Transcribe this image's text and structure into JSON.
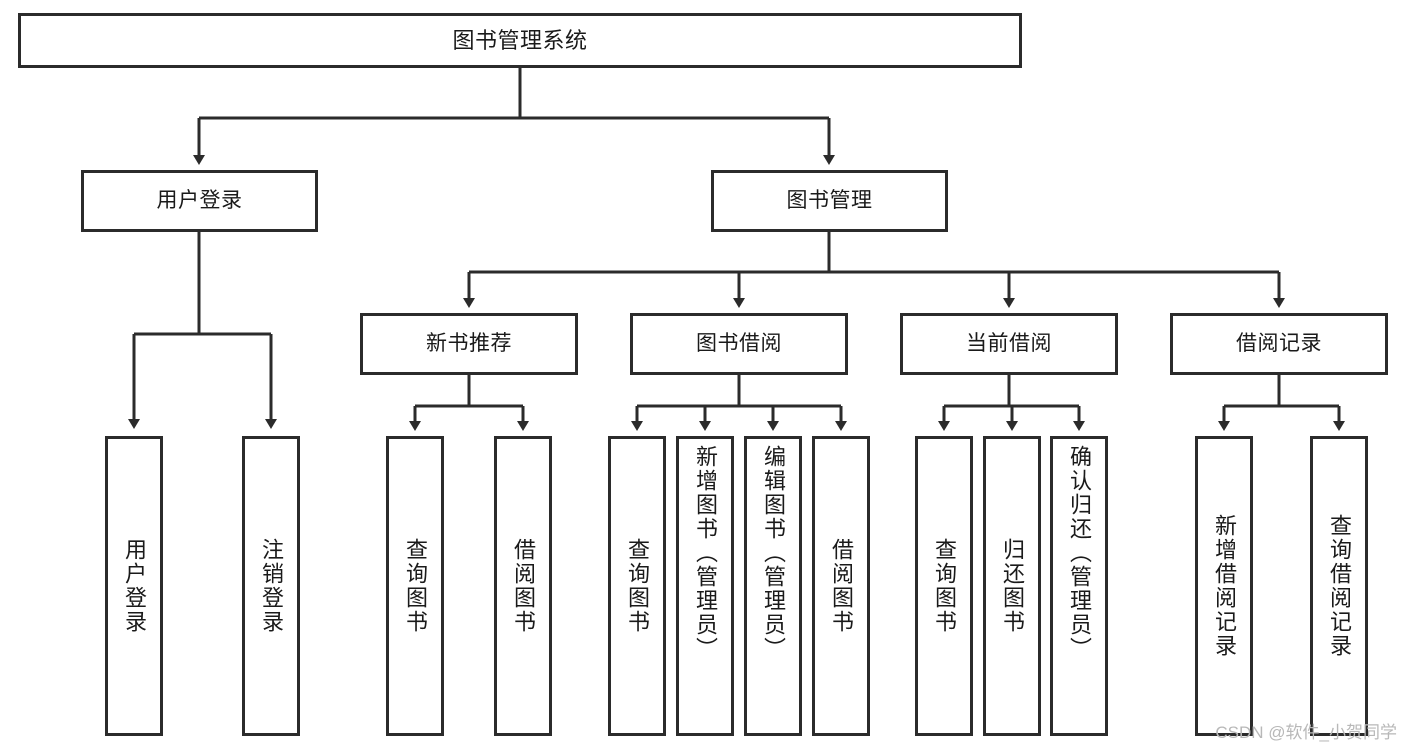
{
  "diagram": {
    "title": "图书管理系统",
    "type": "tree",
    "watermark": "CSDN @软件_小贺同学",
    "nodes": {
      "root": {
        "label": "图书管理系统"
      },
      "level2": [
        {
          "id": "user-login",
          "label": "用户登录"
        },
        {
          "id": "book-manage",
          "label": "图书管理"
        }
      ],
      "level3": [
        {
          "id": "new-book-rec",
          "label": "新书推荐"
        },
        {
          "id": "book-borrow",
          "label": "图书借阅"
        },
        {
          "id": "current-borrow",
          "label": "当前借阅"
        },
        {
          "id": "borrow-record",
          "label": "借阅记录"
        }
      ],
      "leaves": [
        {
          "id": "leaf-user-login",
          "label": "用户登录",
          "parent": "user-login"
        },
        {
          "id": "leaf-user-logout",
          "label": "注销登录",
          "parent": "user-login"
        },
        {
          "id": "leaf-query-book-1",
          "label": "查询图书",
          "parent": "new-book-rec"
        },
        {
          "id": "leaf-borrow-book-1",
          "label": "借阅图书",
          "parent": "new-book-rec"
        },
        {
          "id": "leaf-query-book-2",
          "label": "查询图书",
          "parent": "book-borrow"
        },
        {
          "id": "leaf-add-book",
          "label": "新增图书（管理员）",
          "parent": "book-borrow"
        },
        {
          "id": "leaf-edit-book",
          "label": "编辑图书（管理员）",
          "parent": "book-borrow"
        },
        {
          "id": "leaf-borrow-book-2",
          "label": "借阅图书",
          "parent": "book-borrow"
        },
        {
          "id": "leaf-query-book-3",
          "label": "查询图书",
          "parent": "current-borrow"
        },
        {
          "id": "leaf-return-book",
          "label": "归还图书",
          "parent": "current-borrow"
        },
        {
          "id": "leaf-confirm-return",
          "label": "确认归还（管理员）",
          "parent": "current-borrow"
        },
        {
          "id": "leaf-add-record",
          "label": "新增借阅记录",
          "parent": "borrow-record"
        },
        {
          "id": "leaf-query-record",
          "label": "查询借阅记录",
          "parent": "borrow-record"
        }
      ]
    },
    "colors": {
      "stroke": "#2b2b2b",
      "fill": "#ffffff",
      "text": "#1a1a1a",
      "watermark": "#b8b8b8"
    }
  }
}
